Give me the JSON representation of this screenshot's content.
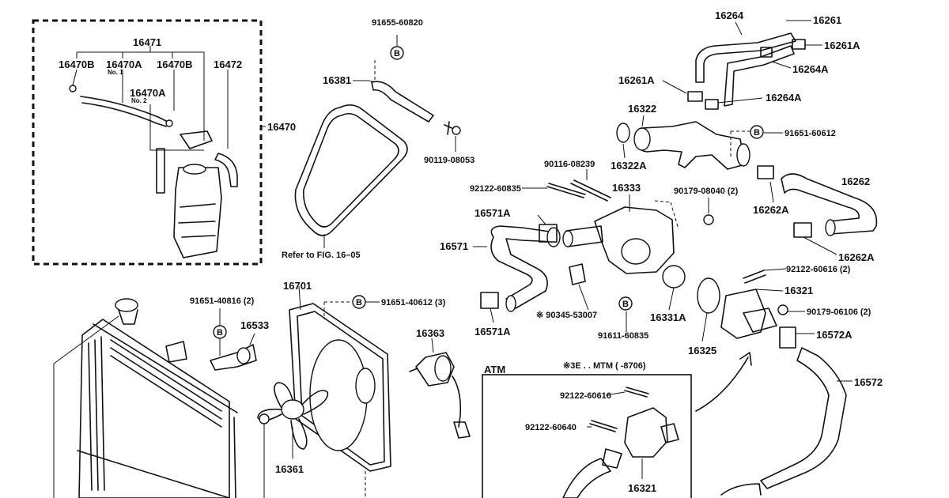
{
  "reservoir_box": {
    "p16471": "16471",
    "p16470B_a": "16470B",
    "p16470A": "16470A",
    "no1": "No. 1",
    "p16470B_b": "16470B",
    "p16472": "16472",
    "p16470A_b": "16470A",
    "no2": "No. 2",
    "p16470": "16470"
  },
  "belt": {
    "p91655": "91655-60820",
    "b_mark": "B",
    "p16381": "16381",
    "p90119": "90119-08053",
    "refer": "Refer to FIG. 16–05"
  },
  "pipes": {
    "p16264": "16264",
    "p16261": "16261",
    "p16261A_r": "16261A",
    "p16264A_r": "16264A",
    "p16261A_l": "16261A",
    "p16264A_m": "16264A",
    "p16322": "16322",
    "p16322A": "16322A",
    "b_mark": "B",
    "p91651_60612": "91651-60612",
    "p90116": "90116-08239",
    "p92122_60835": "92122-60835",
    "p16333": "16333",
    "p90179_08040": "90179-08040 (2)",
    "p16262": "16262",
    "p16262A_a": "16262A",
    "p16262A_b": "16262A",
    "p16571A_a": "16571A",
    "p16571": "16571",
    "p16571A_b": "16571A",
    "p92122_60616": "92122-60616 (2)",
    "p16321": "16321",
    "p90345": "※ 90345-53007",
    "b_mark2": "B",
    "p91611": "91611-60835",
    "p16331A": "16331A",
    "p16325": "16325",
    "p90179_06106": "90179-06106 (2)",
    "p16572A": "16572A",
    "p16572": "16572"
  },
  "fan": {
    "p91651_40816": "91651-40816 (2)",
    "b_mark": "B",
    "p16533": "16533",
    "p16701": "16701",
    "b_mark2": "B",
    "p91651_40612": "91651-40612 (3)",
    "p16363": "16363",
    "p16361": "16361"
  },
  "atm_box": {
    "title": "ATM",
    "note": "※3E . . MTM (      -8706)",
    "p92122_60616": "92122-60616",
    "p92122_60640": "92122-60640",
    "p16321": "16321"
  }
}
